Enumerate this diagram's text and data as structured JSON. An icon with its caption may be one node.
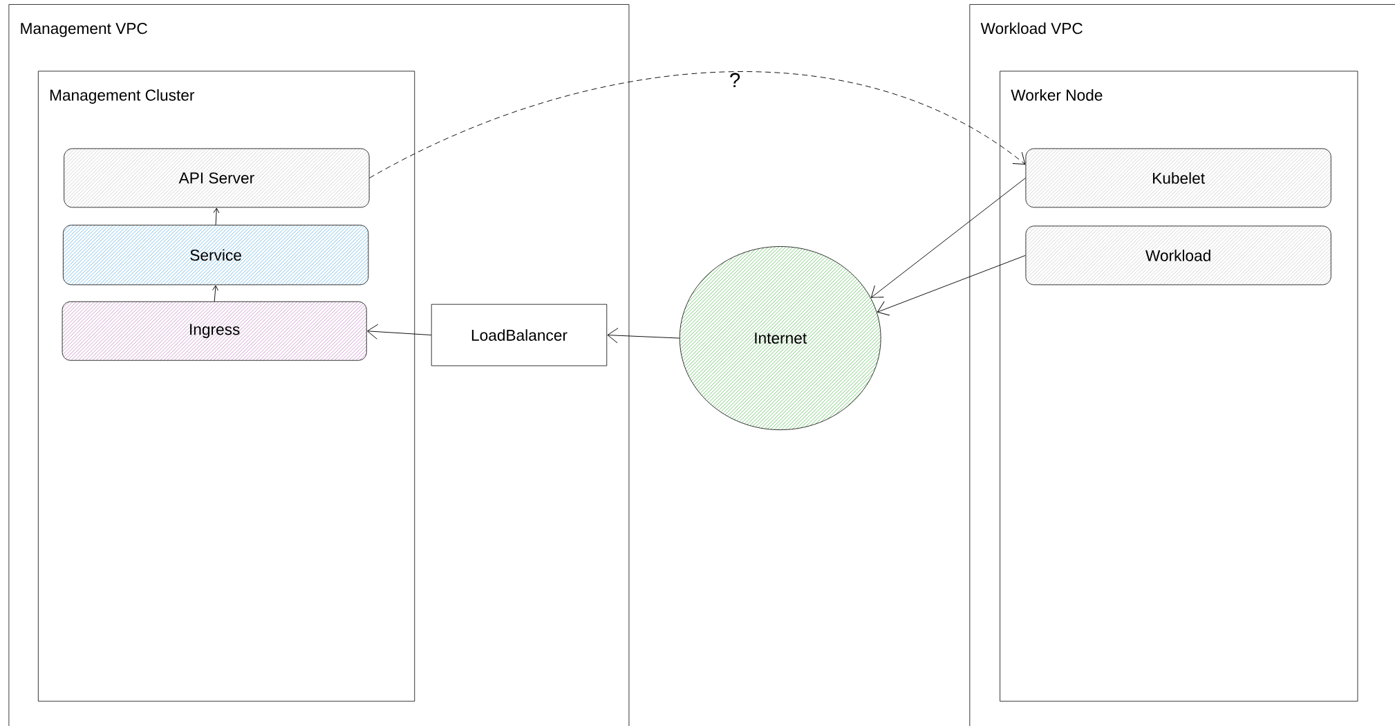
{
  "diagram": {
    "nodes": [
      {
        "text": [
          "Management VPC"
        ]
      },
      {
        "text": [
          "Management Cluster"
        ],
        "in": 0
      },
      {
        "text": [
          "API Server"
        ],
        "in": 1
      },
      {
        "text": [
          "Service"
        ],
        "in": 1
      },
      {
        "text": [
          "Ingress"
        ],
        "in": 1
      },
      {
        "text": [
          "LoadBalancer"
        ],
        "in": 0
      },
      {
        "text": [
          "Internet"
        ]
      },
      {
        "text": [
          "Workload VPC"
        ]
      },
      {
        "text": [
          "Worker Node"
        ],
        "in": 7
      },
      {
        "text": [
          "Kubelet"
        ],
        "in": 8
      },
      {
        "text": [
          "Workload"
        ],
        "in": 8
      }
    ],
    "edges": [
      {
        "from": 3,
        "to": 2,
        "arrow": "to"
      },
      {
        "from": 4,
        "to": 3,
        "arrow": "to"
      },
      {
        "from": 5,
        "to": 4,
        "arrow": "to"
      },
      {
        "from": 6,
        "to": 5,
        "arrow": "to"
      },
      {
        "from": 9,
        "to": 6,
        "arrow": "to"
      },
      {
        "from": 10,
        "to": 6,
        "arrow": "to"
      },
      {
        "from": 2,
        "to": 9,
        "arrow": "to",
        "style": "dashed",
        "label": "?"
      }
    ]
  }
}
